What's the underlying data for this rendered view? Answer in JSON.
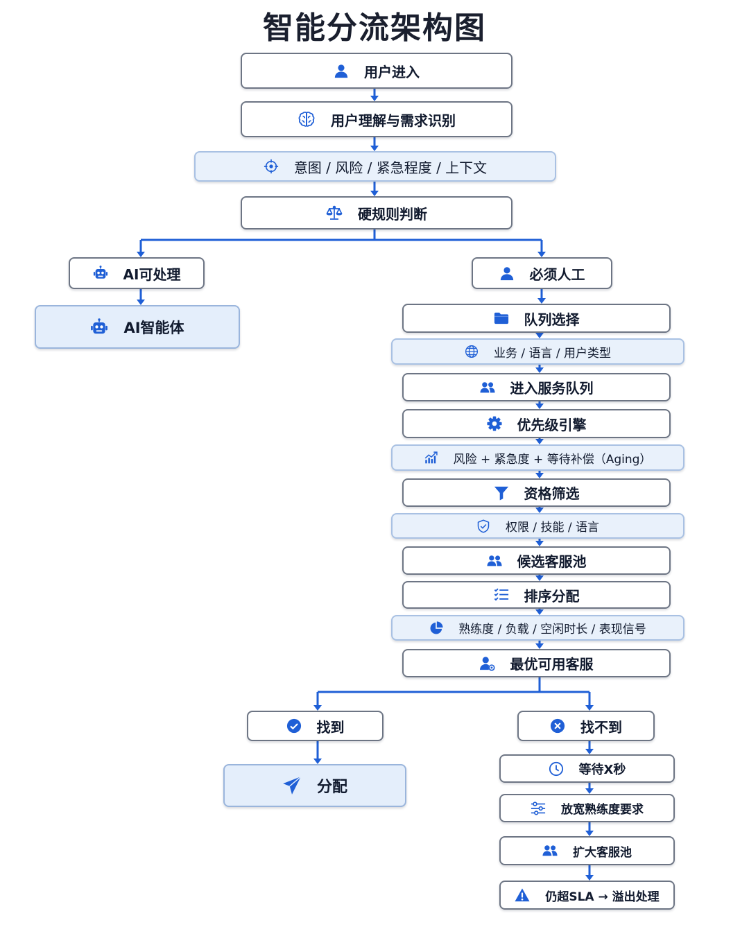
{
  "title": "智能分流架构图",
  "colors": {
    "accent": "#1f5fd6",
    "border": "#6d7584",
    "info_fill": "#e9f1fb"
  },
  "nodes": {
    "user_entry": {
      "label": "用户进入",
      "icon": "user-icon"
    },
    "understanding": {
      "label": "用户理解与需求识别",
      "icon": "brain-icon"
    },
    "intent": {
      "label": "意图 / 风险 / 紧急程度 / 上下文",
      "icon": "target-icon"
    },
    "hard_rules": {
      "label": "硬规则判断",
      "icon": "scale-icon"
    },
    "ai_capable": {
      "label": "AI可处理",
      "icon": "robot-icon"
    },
    "ai_agent": {
      "label": "AI智能体",
      "icon": "robot-icon"
    },
    "human_required": {
      "label": "必须人工",
      "icon": "user-icon"
    },
    "queue_select": {
      "label": "队列选择",
      "icon": "folder-icon"
    },
    "business_lang": {
      "label": "业务 / 语言 / 用户类型",
      "icon": "globe-icon"
    },
    "enter_queue": {
      "label": "进入服务队列",
      "icon": "group-icon"
    },
    "priority": {
      "label": "优先级引擎",
      "icon": "gear-icon"
    },
    "risk_aging": {
      "label": "风险 + 紧急度 + 等待补偿（Aging）",
      "icon": "growth-chart-icon"
    },
    "qualify": {
      "label": "资格筛选",
      "icon": "filter-icon"
    },
    "perm_skill": {
      "label": "权限 / 技能 / 语言",
      "icon": "shield-check-icon"
    },
    "candidate_pool": {
      "label": "候选客服池",
      "icon": "group-icon"
    },
    "sort_assign": {
      "label": "排序分配",
      "icon": "checklist-icon"
    },
    "proficiency": {
      "label": "熟练度 / 负载 / 空闲时长 / 表现信号",
      "icon": "pie-chart-icon"
    },
    "best_agent": {
      "label": "最优可用客服",
      "icon": "user-gear-icon"
    },
    "found": {
      "label": "找到",
      "icon": "check-circle-icon"
    },
    "assign": {
      "label": "分配",
      "icon": "send-icon"
    },
    "not_found": {
      "label": "找不到",
      "icon": "close-circle-icon"
    },
    "wait_x": {
      "label": "等待X秒",
      "icon": "clock-icon"
    },
    "relax": {
      "label": "放宽熟练度要求",
      "icon": "sliders-icon"
    },
    "expand_pool": {
      "label": "扩大客服池",
      "icon": "group-icon"
    },
    "overflow": {
      "label": "仍超SLA → 溢出处理",
      "icon": "warning-icon"
    }
  }
}
